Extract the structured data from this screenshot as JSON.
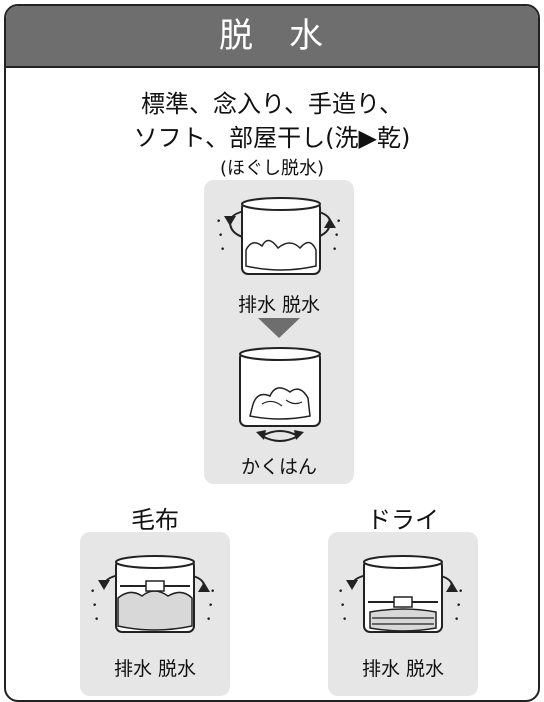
{
  "header": {
    "title_part1": "脱",
    "title_part2": "水"
  },
  "courses": {
    "line1": "標準、念入り、手造り、",
    "line2": "ソフト、部屋干し(洗▶乾)",
    "line3": "(ほぐし脱水)"
  },
  "main_panel": {
    "step1_label": "排水 脱水",
    "step2_label": "かくはん"
  },
  "blanket": {
    "title": "毛布",
    "label": "排水 脱水"
  },
  "dry": {
    "title": "ドライ",
    "label": "排水 脱水"
  },
  "colors": {
    "header_bg": "#6e6e6e",
    "panel_bg": "#e6e6e6",
    "border": "#222222"
  }
}
